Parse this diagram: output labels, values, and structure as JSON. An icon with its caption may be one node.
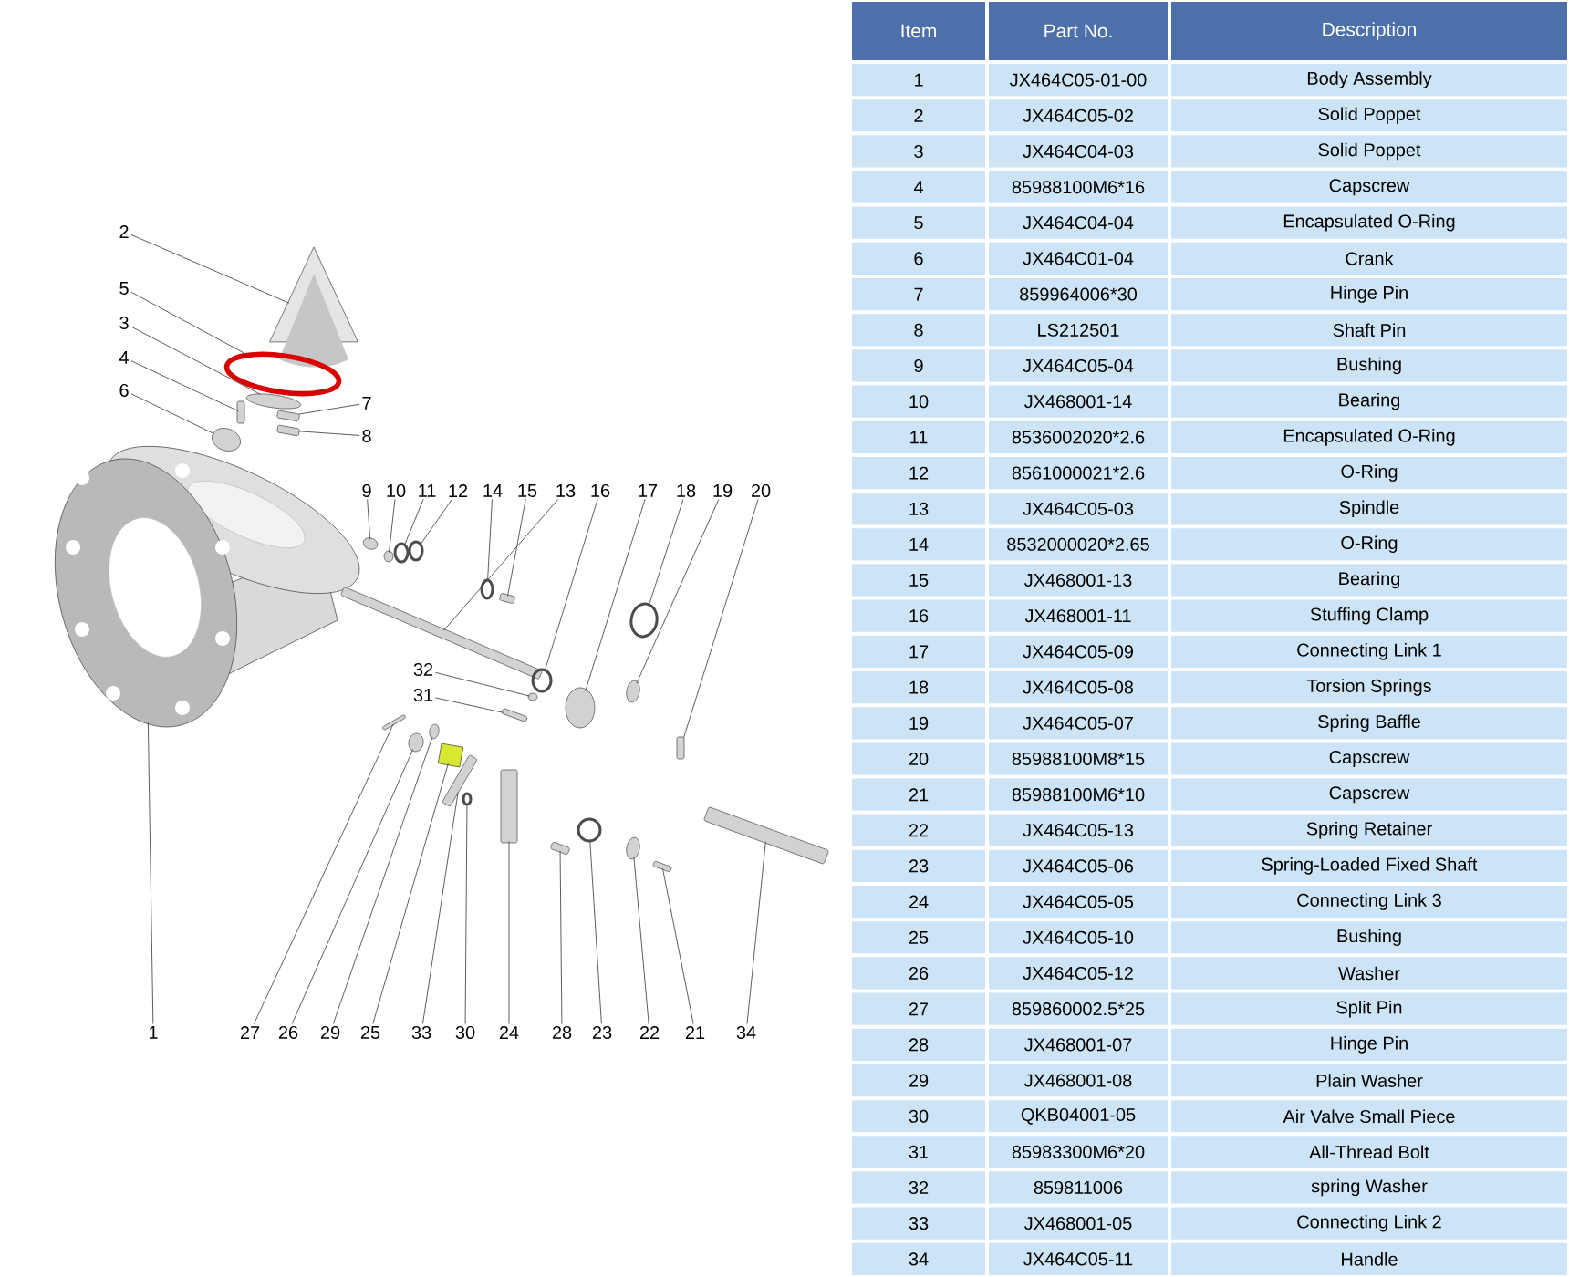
{
  "diagram": {
    "nodes": [
      {
        "text": [
          "2"
        ]
      },
      {
        "text": [
          "5"
        ]
      },
      {
        "text": [
          "3"
        ]
      },
      {
        "text": [
          "4"
        ]
      },
      {
        "text": [
          "6"
        ]
      },
      {
        "text": [
          "7"
        ]
      },
      {
        "text": [
          "8"
        ]
      },
      {
        "text": [
          "9"
        ]
      },
      {
        "text": [
          "10"
        ]
      },
      {
        "text": [
          "11"
        ]
      },
      {
        "text": [
          "12"
        ]
      },
      {
        "text": [
          "14"
        ]
      },
      {
        "text": [
          "15"
        ]
      },
      {
        "text": [
          "13"
        ]
      },
      {
        "text": [
          "16"
        ]
      },
      {
        "text": [
          "17"
        ]
      },
      {
        "text": [
          "18"
        ]
      },
      {
        "text": [
          "19"
        ]
      },
      {
        "text": [
          "20"
        ]
      },
      {
        "text": [
          "32"
        ]
      },
      {
        "text": [
          "31"
        ]
      },
      {
        "text": [
          "1"
        ]
      },
      {
        "text": [
          "27"
        ]
      },
      {
        "text": [
          "26"
        ]
      },
      {
        "text": [
          "29"
        ]
      },
      {
        "text": [
          "25"
        ]
      },
      {
        "text": [
          "33"
        ]
      },
      {
        "text": [
          "30"
        ]
      },
      {
        "text": [
          "24"
        ]
      },
      {
        "text": [
          "28"
        ]
      },
      {
        "text": [
          "23"
        ]
      },
      {
        "text": [
          "22"
        ]
      },
      {
        "text": [
          "21"
        ]
      },
      {
        "text": [
          "34"
        ]
      },
      {
        "text": [],
        "shape": "picture"
      },
      {
        "text": [],
        "shape": "circle"
      },
      {
        "text": [],
        "shape": "circle"
      },
      {
        "text": [],
        "shape": "box"
      },
      {
        "text": [],
        "shape": "circle"
      },
      {
        "text": [],
        "shape": "box"
      },
      {
        "text": [],
        "shape": "box"
      },
      {
        "text": [],
        "shape": "circle"
      },
      {
        "text": [],
        "shape": "circle"
      },
      {
        "text": [],
        "shape": "circle"
      },
      {
        "text": [],
        "shape": "circle"
      },
      {
        "text": [],
        "shape": "circle"
      },
      {
        "text": [],
        "shape": "box"
      },
      {
        "text": [],
        "shape": "box"
      },
      {
        "text": [],
        "shape": "circle"
      },
      {
        "text": [],
        "shape": "circle"
      },
      {
        "text": [],
        "shape": "circle"
      },
      {
        "text": [],
        "shape": "circle"
      },
      {
        "text": [],
        "shape": "box"
      },
      {
        "text": [],
        "shape": "circle"
      },
      {
        "text": [],
        "shape": "box"
      },
      {
        "text": [],
        "shape": "picture"
      },
      {
        "text": [],
        "shape": "box"
      },
      {
        "text": [],
        "shape": "circle"
      },
      {
        "text": [],
        "shape": "circle"
      },
      {
        "text": [],
        "shape": "box"
      },
      {
        "text": [],
        "shape": "box"
      },
      {
        "text": [],
        "shape": "circle"
      },
      {
        "text": [],
        "shape": "box"
      },
      {
        "text": [],
        "shape": "box"
      },
      {
        "text": [],
        "shape": "circle"
      },
      {
        "text": [],
        "shape": "circle"
      },
      {
        "text": [],
        "shape": "box"
      },
      {
        "text": [],
        "shape": "box"
      }
    ],
    "edges": [
      {
        "from": 0,
        "to": 34,
        "arrow": "none"
      },
      {
        "from": 1,
        "to": 35,
        "arrow": "none"
      },
      {
        "from": 2,
        "to": 36,
        "arrow": "none"
      },
      {
        "from": 3,
        "to": 37,
        "arrow": "none"
      },
      {
        "from": 4,
        "to": 38,
        "arrow": "none"
      },
      {
        "from": 5,
        "to": 39,
        "arrow": "none"
      },
      {
        "from": 6,
        "to": 40,
        "arrow": "none"
      },
      {
        "from": 7,
        "to": 41,
        "arrow": "none"
      },
      {
        "from": 8,
        "to": 42,
        "arrow": "none"
      },
      {
        "from": 9,
        "to": 43,
        "arrow": "none"
      },
      {
        "from": 10,
        "to": 44,
        "arrow": "none"
      },
      {
        "from": 11,
        "to": 45,
        "arrow": "none"
      },
      {
        "from": 12,
        "to": 46,
        "arrow": "none"
      },
      {
        "from": 13,
        "to": 47,
        "arrow": "none"
      },
      {
        "from": 14,
        "to": 48,
        "arrow": "none"
      },
      {
        "from": 15,
        "to": 49,
        "arrow": "none"
      },
      {
        "from": 16,
        "to": 50,
        "arrow": "none"
      },
      {
        "from": 17,
        "to": 51,
        "arrow": "none"
      },
      {
        "from": 18,
        "to": 52,
        "arrow": "none"
      },
      {
        "from": 19,
        "to": 53,
        "arrow": "none"
      },
      {
        "from": 20,
        "to": 54,
        "arrow": "none"
      },
      {
        "from": 21,
        "to": 55,
        "arrow": "none"
      },
      {
        "from": 22,
        "to": 56,
        "arrow": "none"
      },
      {
        "from": 23,
        "to": 57,
        "arrow": "none"
      },
      {
        "from": 24,
        "to": 58,
        "arrow": "none"
      },
      {
        "from": 25,
        "to": 59,
        "arrow": "none"
      },
      {
        "from": 26,
        "to": 60,
        "arrow": "none"
      },
      {
        "from": 27,
        "to": 61,
        "arrow": "none"
      },
      {
        "from": 28,
        "to": 62,
        "arrow": "none"
      },
      {
        "from": 29,
        "to": 63,
        "arrow": "none"
      },
      {
        "from": 30,
        "to": 64,
        "arrow": "none"
      },
      {
        "from": 31,
        "to": 65,
        "arrow": "none"
      },
      {
        "from": 32,
        "to": 66,
        "arrow": "none"
      },
      {
        "from": 33,
        "to": 67,
        "arrow": "none"
      }
    ],
    "labels": [
      "Item",
      "Part No.",
      "Description",
      "1",
      "JX464C05-01-00",
      "Body Assembly",
      "2",
      "JX464C05-02",
      "Solid Poppet",
      "3",
      "JX464C04-03",
      "Solid Poppet",
      "4",
      "85988100M6*16",
      "Capscrew",
      "5",
      "JX464C04-04",
      "Encapsulated O-Ring",
      "6",
      "JX464C01-04",
      "Crank",
      "7",
      "859964006*30",
      "Hinge Pin",
      "8",
      "LS212501",
      "Shaft Pin",
      "9",
      "JX464C05-04",
      "Bushing",
      "10",
      "JX468001-14",
      "Bearing",
      "11",
      "8536002020*2.6",
      "Encapsulated O-Ring",
      "12",
      "8561000021*2.6",
      "O-Ring",
      "13",
      "JX464C05-03",
      "Spindle",
      "14",
      "8532000020*2.65",
      "O-Ring",
      "15",
      "JX468001-13",
      "Bearing",
      "16",
      "JX468001-11",
      "Stuffing Clamp",
      "17",
      "JX464C05-09",
      "Connecting Link 1",
      "18",
      "JX464C05-08",
      "Torsion Springs",
      "19",
      "JX464C05-07",
      "Spring Baffle",
      "20",
      "85988100M8*15",
      "Capscrew",
      "21",
      "85988100M6*10",
      "Capscrew",
      "22",
      "JX464C05-13",
      "Spring Retainer",
      "23",
      "JX464C05-06",
      "Spring-Loaded Fixed Shaft",
      "24",
      "JX464C05-05",
      "Connecting Link 3",
      "25",
      "JX464C05-10",
      "Bushing",
      "26",
      "JX464C05-12",
      "Washer",
      "27",
      "859860002.5*25",
      "Split Pin",
      "28",
      "JX468001-07",
      "Hinge Pin",
      "29",
      "JX468001-08",
      "Plain Washer",
      "30",
      "QKB04001-05",
      "Air Valve Small Piece",
      "31",
      "85983300M6*20",
      "All-Thread Bolt",
      "32",
      "859811006",
      "spring Washer",
      "33",
      "JX468001-05",
      "Connecting Link 2",
      "34",
      "JX464C05-11",
      "Handle"
    ]
  }
}
